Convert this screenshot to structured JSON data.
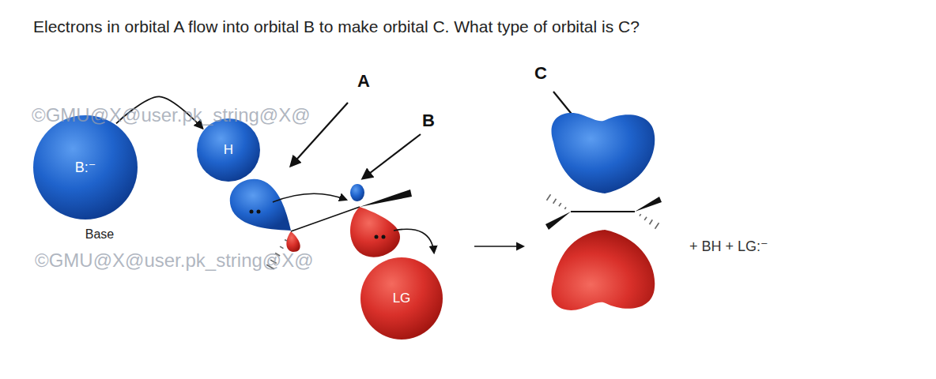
{
  "diagram": {
    "title": "Electrons in orbital A flow into orbital B to make orbital C. What type of orbital is C?",
    "nodes": [
      {
        "text": [
          "B:⁻",
          "Base"
        ]
      },
      {
        "text": [
          "H"
        ]
      },
      {
        "text": [
          "LG"
        ]
      }
    ],
    "edges": [
      {
        "from": 0,
        "to": 1,
        "arrow": "to"
      }
    ],
    "labels": [
      "A",
      "B",
      "C",
      "+ BH + LG:⁻",
      "©GMU@X@user.pk_string@X@",
      "©GMU@X@user.pk_string@X@"
    ]
  }
}
